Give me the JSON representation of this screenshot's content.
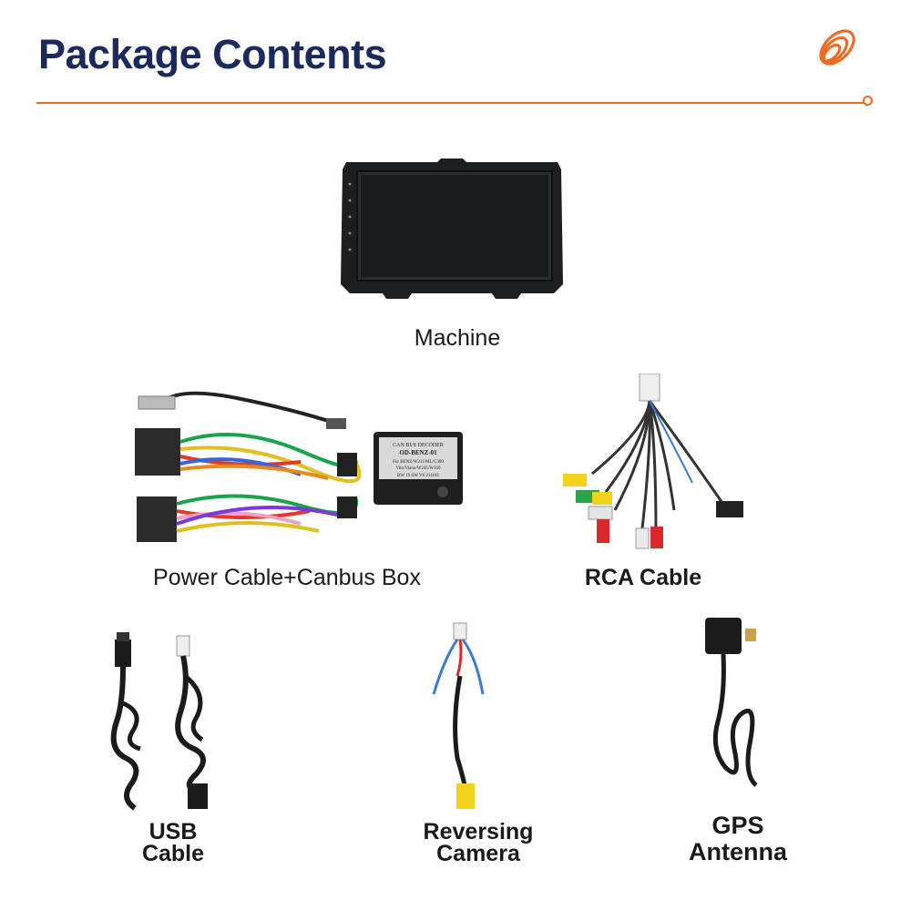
{
  "header": {
    "title": "Package Contents",
    "accent_color": "#f06a1d",
    "title_color": "#1b2a5c",
    "logo_icon": "orange-spiral-logo"
  },
  "items": [
    {
      "label": "Machine",
      "icon": "head-unit-screen"
    },
    {
      "label": "Power Cable+Canbus Box",
      "icon": "wiring-harness-canbus-box"
    },
    {
      "label": "RCA Cable",
      "icon": "rca-cable-bundle"
    },
    {
      "label_lines": [
        "USB",
        "Cable"
      ],
      "icon": "usb-cables"
    },
    {
      "label_lines": [
        "Reversing",
        "Camera"
      ],
      "icon": "reversing-camera-cable"
    },
    {
      "label_lines": [
        "GPS",
        "Antenna"
      ],
      "icon": "gps-antenna"
    }
  ],
  "canbus_box_text": [
    "CAN BUS DECODER",
    "OD-BENZ-01",
    "For BENZ/W211/ML/C300",
    "Vito/Viano/W245/W169",
    "BW 19  SW V6  211105"
  ]
}
